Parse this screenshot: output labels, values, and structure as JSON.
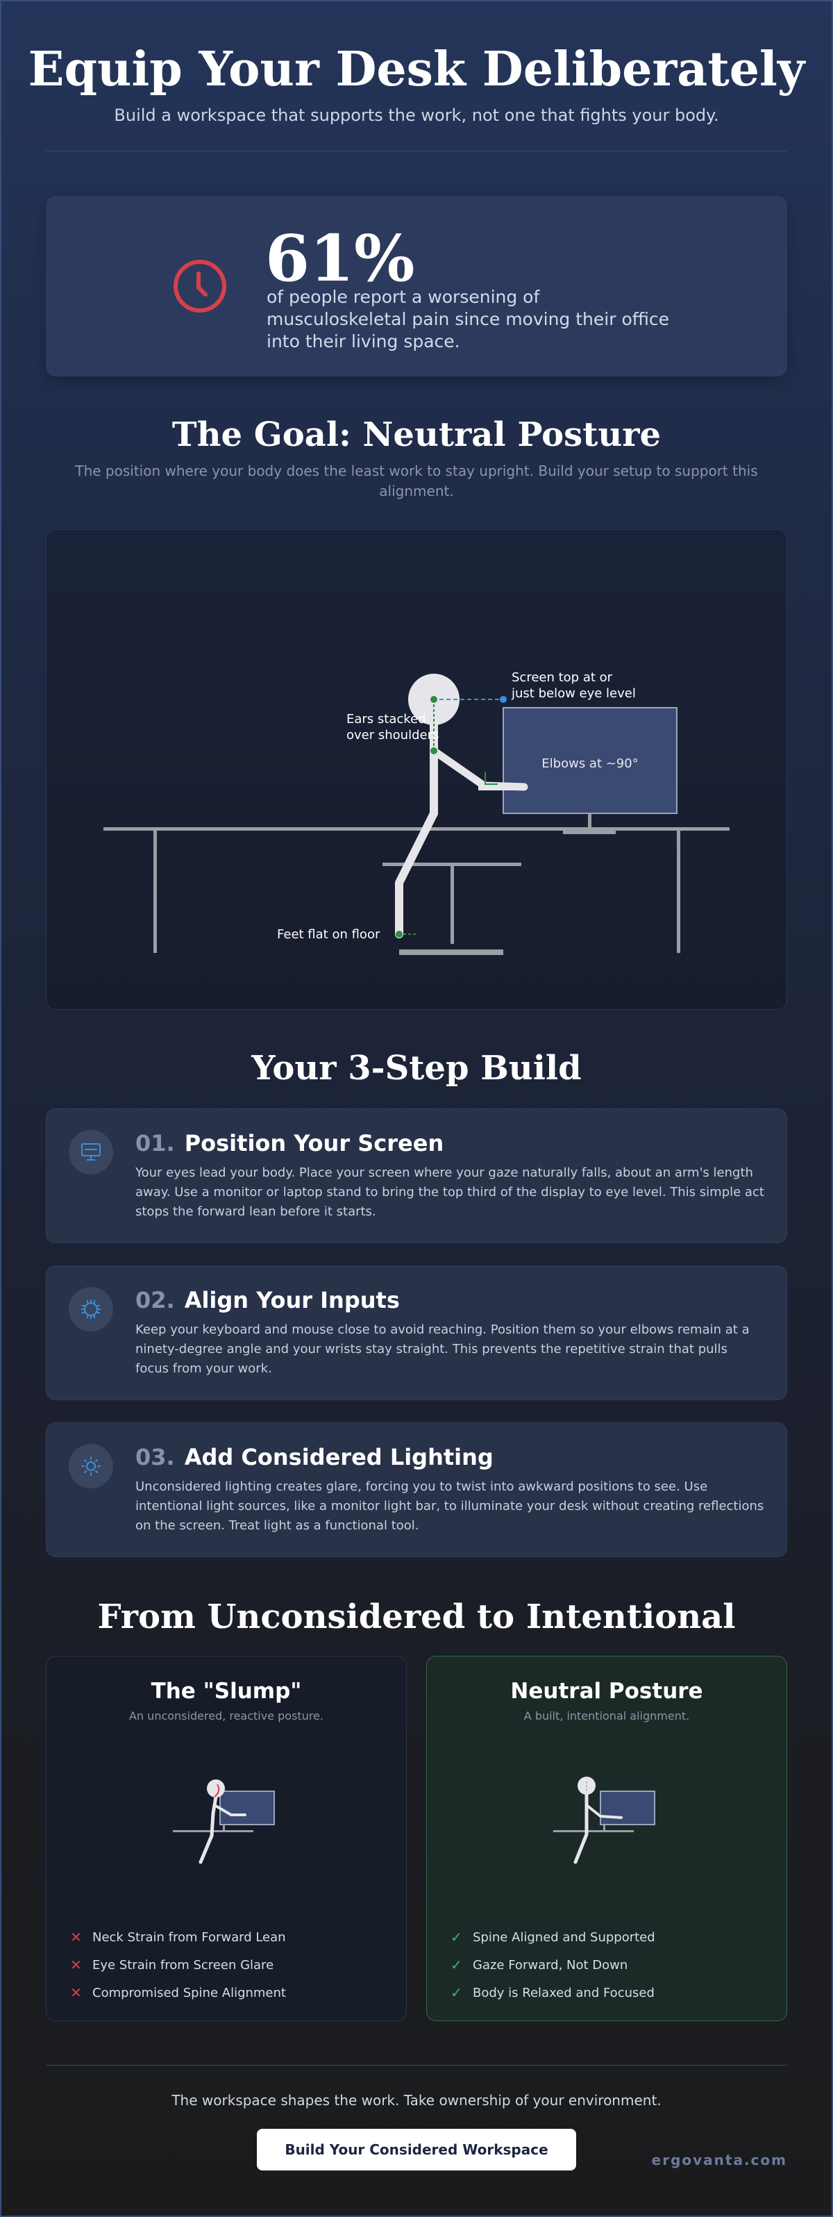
{
  "hero": {
    "title": "Equip Your Desk Deliberately",
    "subtitle": "Build a workspace that supports the work, not one that fights your body."
  },
  "stat": {
    "icon": "clock-alert-icon",
    "value": "61%",
    "text": "of people report a worsening of musculoskeletal pain since moving their office into their living space."
  },
  "goal": {
    "title": "The Goal: Neutral Posture",
    "subtitle": "The position where your body does the least work to stay upright. Build your setup to support this alignment.",
    "labels": {
      "screen_line1": "Screen top at or",
      "screen_line2": "just below eye level",
      "ears_line1": "Ears stacked",
      "ears_line2": "over shoulders",
      "elbows": "Elbows at ~90°",
      "feet": "Feet flat on floor"
    }
  },
  "steps": {
    "title": "Your 3-Step Build",
    "items": [
      {
        "num": "01.",
        "title": "Position Your Screen",
        "icon": "monitor-icon",
        "body": "Your eyes lead your body. Place your screen where your gaze naturally falls, about an arm's length away. Use a monitor or laptop stand to bring the top third of the display to eye level. This simple act stops the forward lean before it starts."
      },
      {
        "num": "02.",
        "title": "Align Your Inputs",
        "icon": "cpu-icon",
        "body": "Keep your keyboard and mouse close to avoid reaching. Position them so your elbows remain at a ninety-degree angle and your wrists stay straight. This prevents the repetitive strain that pulls focus from your work."
      },
      {
        "num": "03.",
        "title": "Add Considered Lighting",
        "icon": "sun-icon",
        "body": "Unconsidered lighting creates glare, forcing you to twist into awkward positions to see. Use intentional light sources, like a monitor light bar, to illuminate your desk without creating reflections on the screen. Treat light as a functional tool."
      }
    ]
  },
  "compare": {
    "title": "From Unconsidered to Intentional",
    "bad": {
      "title": "The \"Slump\"",
      "subtitle": "An unconsidered, reactive posture.",
      "mark": "✕",
      "items": [
        "Neck Strain from Forward Lean",
        "Eye Strain from Screen Glare",
        "Compromised Spine Alignment"
      ]
    },
    "good": {
      "title": "Neutral Posture",
      "subtitle": "A built, intentional alignment.",
      "mark": "✓",
      "items": [
        "Spine Aligned and Supported",
        "Gaze Forward, Not Down",
        "Body is Relaxed and Focused"
      ]
    }
  },
  "footer": {
    "line": "The workspace shapes the work. Take ownership of your environment.",
    "cta": "Build Your Considered Workspace",
    "brand": "ergovanta.com"
  },
  "colors": {
    "accent_red": "#d6404c",
    "accent_green": "#4caf6a",
    "accent_blue": "#3a8fd9",
    "cta_bg": "#ffffff"
  }
}
